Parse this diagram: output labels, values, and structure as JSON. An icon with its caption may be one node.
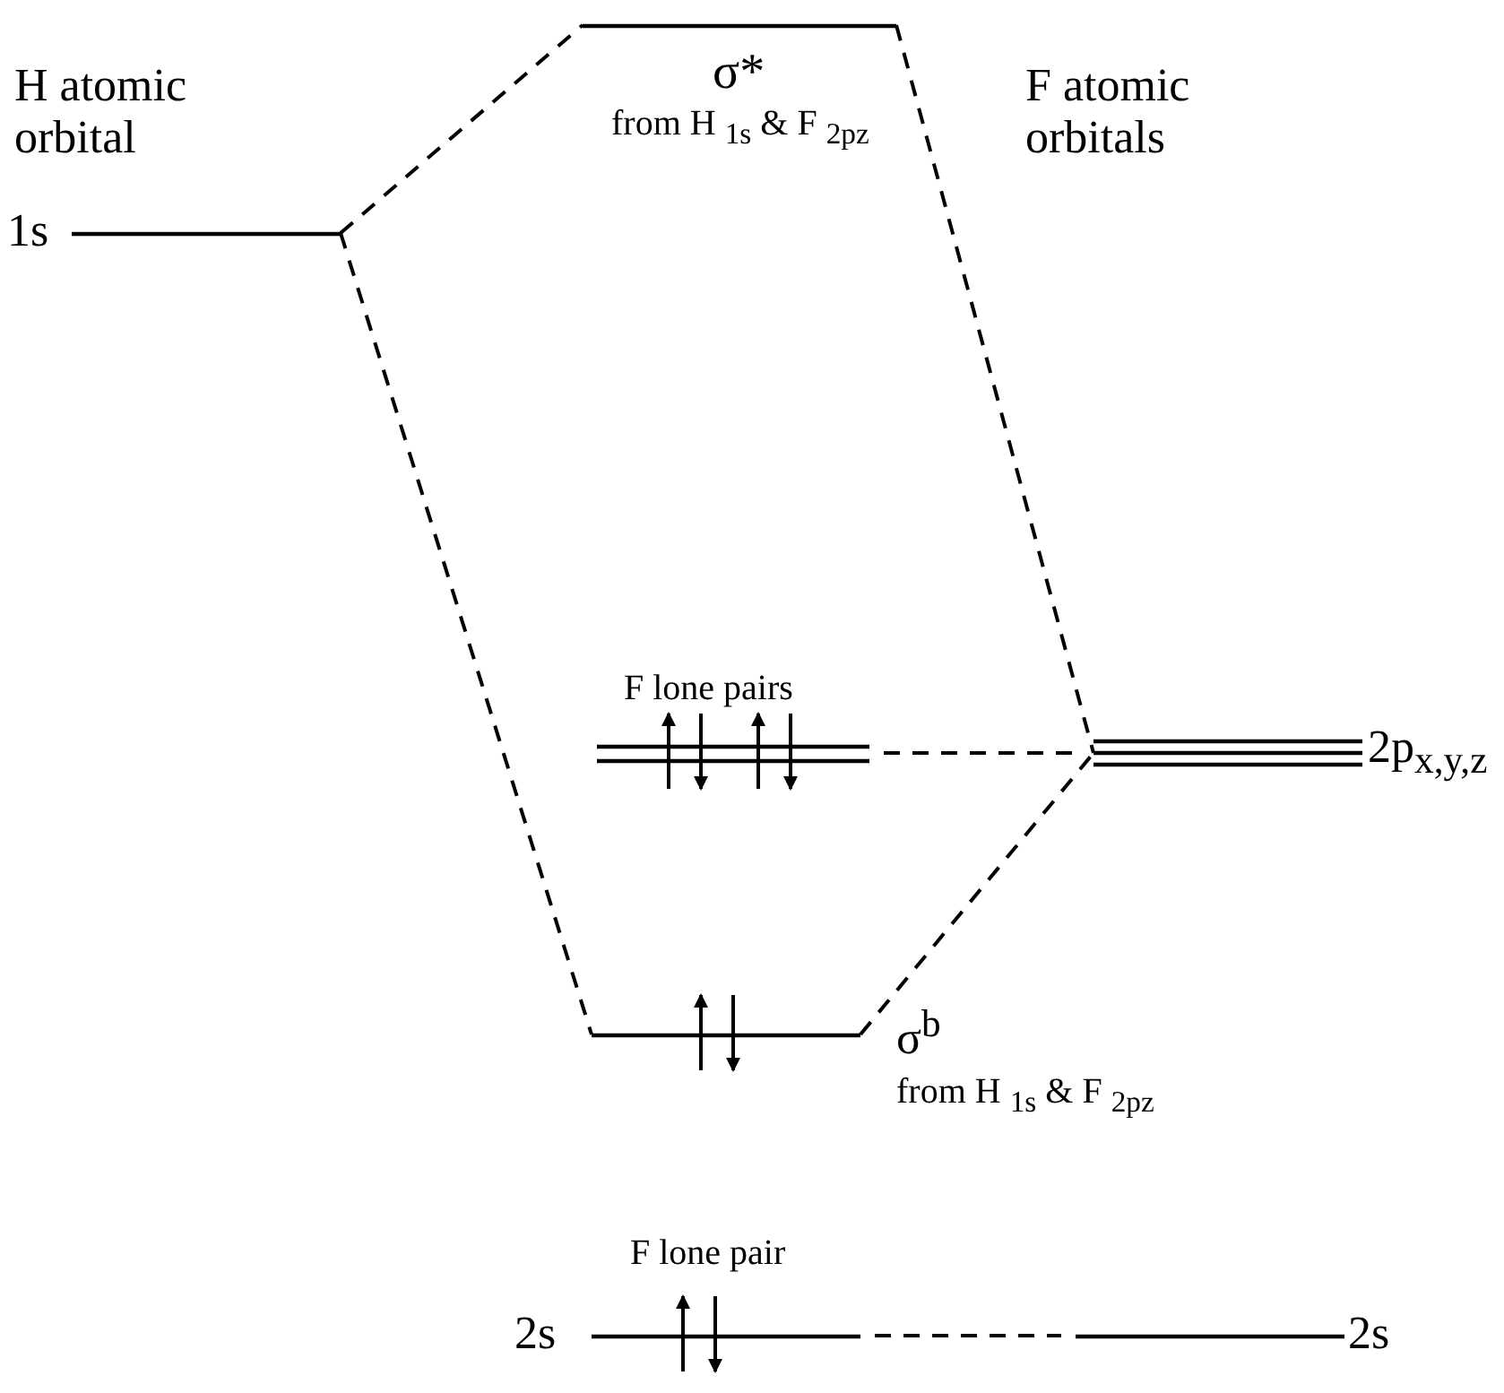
{
  "diagram": {
    "nodes": [
      {
        "text": [],
        "shape": "bar",
        "beside": [
          "1s"
        ]
      },
      {
        "text": [],
        "shape": "bar",
        "beside": [
          "σ*",
          "from H $_{1s}$ & F $_{2pz}$"
        ]
      },
      {
        "text": [],
        "shape": "bar",
        "beside": [
          "F lone pairs"
        ]
      },
      {
        "text": [],
        "shape": "bar",
        "beside": [
          "2p$_{x,y,z}$"
        ]
      },
      {
        "text": [],
        "shape": "bar",
        "beside": [
          "σ$^{b}$",
          "from H $_{1s}$ & F $_{2pz}$"
        ]
      },
      {
        "text": [],
        "shape": "bar",
        "beside": [
          "F lone pair",
          "2s"
        ]
      },
      {
        "text": [],
        "shape": "bar",
        "beside": [
          "2s"
        ]
      }
    ],
    "edges": [
      {
        "from": 0,
        "to": 1,
        "arrow": "none",
        "style": "dashed"
      },
      {
        "from": 0,
        "to": 4,
        "arrow": "none",
        "style": "dashed"
      },
      {
        "from": 1,
        "to": 3,
        "arrow": "none",
        "style": "dashed"
      },
      {
        "from": 2,
        "to": 3,
        "arrow": "none",
        "style": "dashed"
      },
      {
        "from": 4,
        "to": 3,
        "arrow": "none",
        "style": "dashed"
      },
      {
        "from": 5,
        "to": 6,
        "arrow": "none",
        "style": "dashed"
      }
    ],
    "labels": [
      "H atomic orbital",
      "F atomic orbitals"
    ]
  }
}
